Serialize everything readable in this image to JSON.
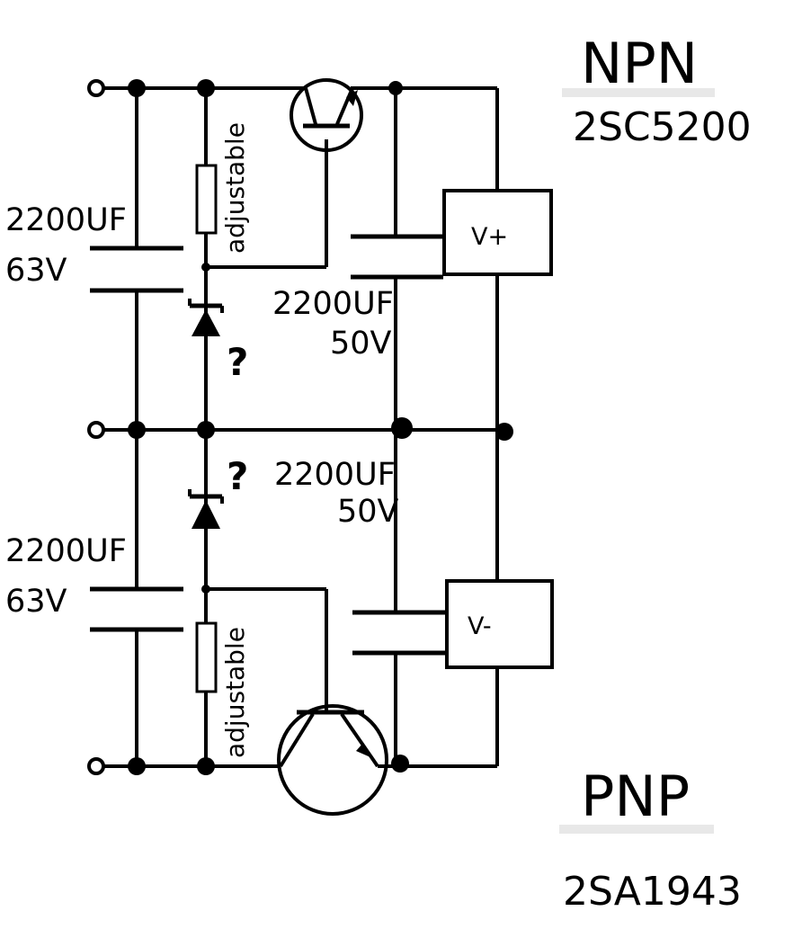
{
  "npn": {
    "type": "NPN",
    "part": "2SC5200"
  },
  "pnp": {
    "type": "PNP",
    "part": "2SA1943"
  },
  "resistor_top": "adjustable",
  "resistor_bottom": "adjustable",
  "cap_input_top": {
    "value": "2200UF",
    "voltage": "63V"
  },
  "cap_input_bottom": {
    "value": "2200UF",
    "voltage": "63V"
  },
  "cap_output_top": {
    "value": "2200UF",
    "voltage": "50V"
  },
  "cap_output_bottom": {
    "value": "2200UF",
    "voltage": "50V"
  },
  "zener_top_mark": "?",
  "zener_bottom_mark": "?",
  "output_positive": "V+",
  "output_negative": "V-"
}
